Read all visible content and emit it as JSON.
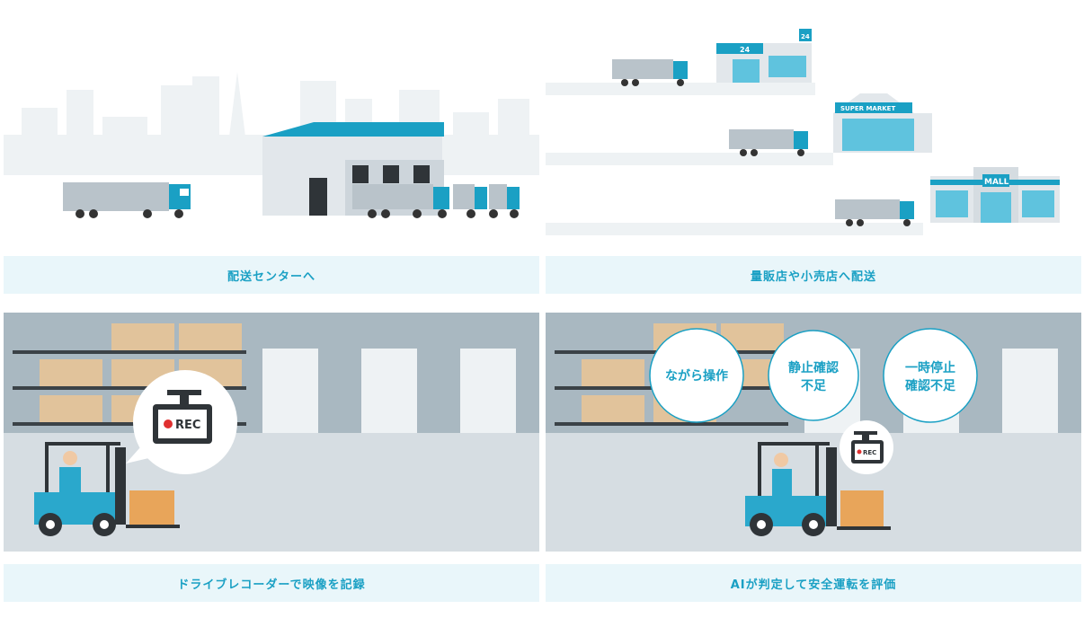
{
  "panels": [
    {
      "caption": "配送センターへ"
    },
    {
      "caption": "量販店や小売店へ配送",
      "signs": {
        "convenience": "24",
        "super": "SUPER MARKET",
        "mall": "MALL"
      }
    },
    {
      "caption": "ドライブレコーダーで映像を記録",
      "rec_label": "REC"
    },
    {
      "caption": "AIが判定して安全運転を評価",
      "rec_label": "REC",
      "bubbles": [
        {
          "line1": "ながら操作",
          "line2": ""
        },
        {
          "line1": "静止確認",
          "line2": "不足"
        },
        {
          "line1": "一時停止",
          "line2": "確認不足"
        }
      ]
    }
  ],
  "colors": {
    "accent": "#1aa0c4",
    "caption_bg": "#e9f6fa",
    "forklift": "#2aa8cc",
    "box": "#e8a55a"
  }
}
